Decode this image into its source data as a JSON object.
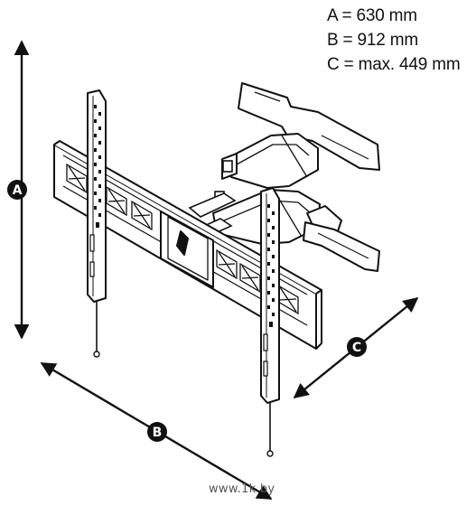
{
  "dimensions": {
    "a": "A = 630 mm",
    "b": "B = 912 mm",
    "c": "C = max. 449 mm"
  },
  "markers": {
    "a": "A",
    "b": "B",
    "c": "C"
  },
  "watermark": "www.1k.by",
  "colors": {
    "line": "#111111",
    "marker_fill": "#111111",
    "background": "#ffffff"
  }
}
